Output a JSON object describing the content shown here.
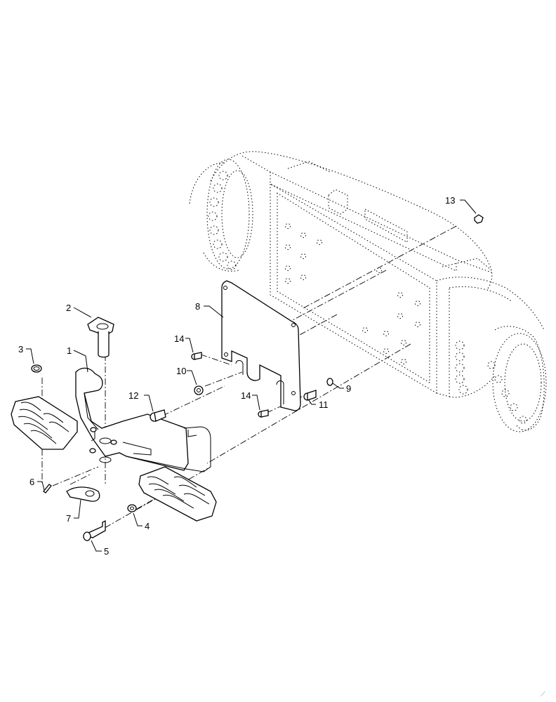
{
  "callouts": {
    "c1": "1",
    "c2": "2",
    "c3": "3",
    "c4": "4",
    "c5": "5",
    "c6": "6",
    "c7": "7",
    "c8": "8",
    "c9": "9",
    "c10": "10",
    "c11": "11",
    "c12": "12",
    "c13": "13",
    "c14a": "14",
    "c14b": "14"
  },
  "watermark_mark": "⟋"
}
